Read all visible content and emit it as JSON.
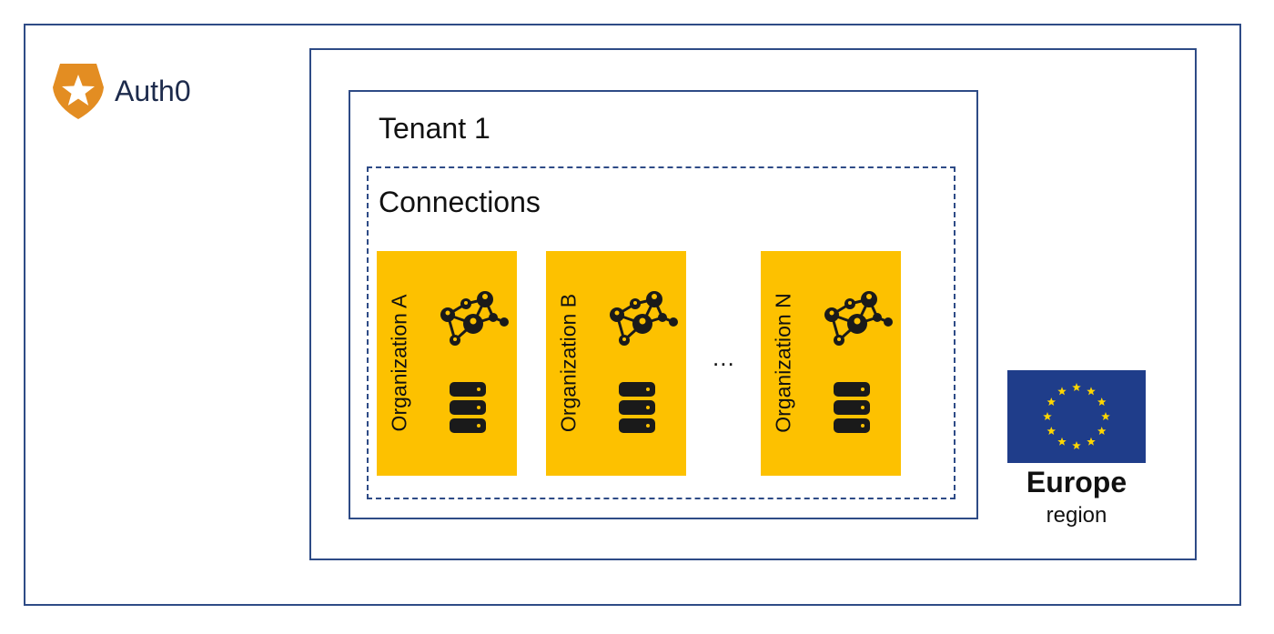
{
  "brand": {
    "name": "Auth0",
    "icon": "auth0-shield-icon",
    "color": "#e38d22"
  },
  "tenant": {
    "title": "Tenant 1"
  },
  "connections": {
    "title": "Connections",
    "organizations": [
      {
        "label": "Organization A",
        "icons": [
          "network-icon",
          "database-icon"
        ]
      },
      {
        "label": "Organization B",
        "icons": [
          "network-icon",
          "database-icon"
        ]
      },
      {
        "label": "Organization N",
        "icons": [
          "network-icon",
          "database-icon"
        ]
      }
    ],
    "ellipsis": "...",
    "fill_color": "#fdc100"
  },
  "region": {
    "name": "Europe",
    "subtitle": "region",
    "flag": "eu-flag-icon",
    "flag_color": "#1f3d8a",
    "star_color": "#ffd600"
  },
  "colors": {
    "border": "#2e4b86"
  }
}
